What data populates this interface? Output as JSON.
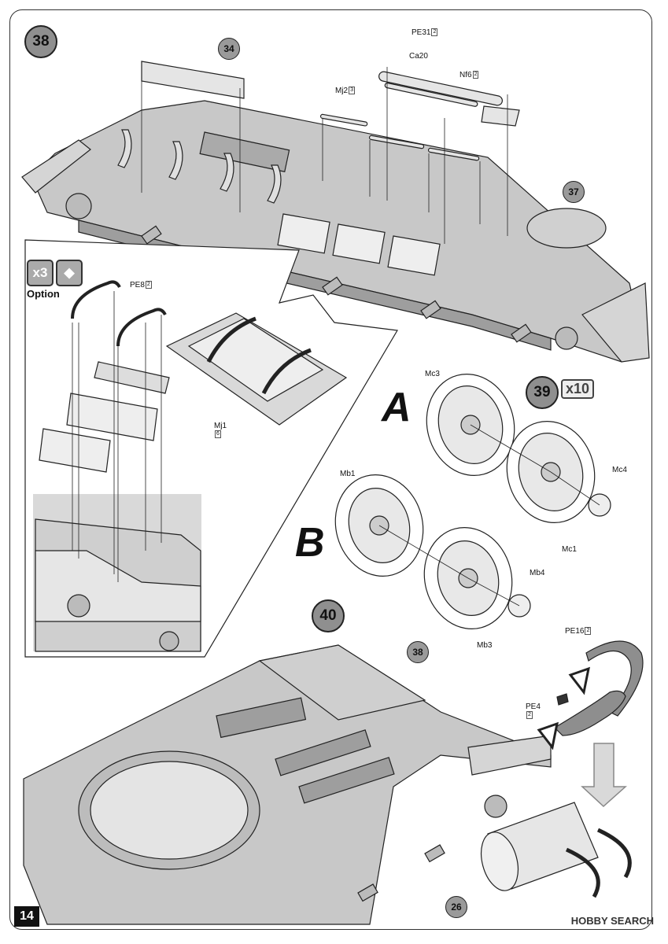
{
  "page": {
    "number": "14"
  },
  "watermark": {
    "text": "HOBBY SEARCH"
  },
  "steps": {
    "s38": "38",
    "s39": "39",
    "s40": "40"
  },
  "refs": {
    "r34": "34",
    "r37": "37",
    "r38": "38",
    "r26": "26"
  },
  "variants": {
    "a": "A",
    "b": "B"
  },
  "multiplier": {
    "step39": "x10"
  },
  "option": {
    "count": "x3",
    "label": "Option"
  },
  "parts": {
    "pe31": "PE31",
    "ca20": "Ca20",
    "nf6": "Nf6",
    "mj2": "Mj2",
    "pe8": "PE8",
    "mj1": "Mj1",
    "mc3": "Mc3",
    "mc1": "Mc1",
    "mc4": "Mc4",
    "mb1": "Mb1",
    "mb3": "Mb3",
    "mb4": "Mb4",
    "pe16": "PE16",
    "pe4": "PE4"
  },
  "quantities": {
    "pe31": "2",
    "nf6": "2",
    "mj2": "3",
    "pe8": "2",
    "mj1": "6",
    "pe16": "2",
    "pe4": "2"
  },
  "colors": {
    "hull": "#c8c8c8",
    "hull_dark": "#9e9e9e",
    "line": "#222222",
    "inset_bg": "#d9d9d9"
  }
}
